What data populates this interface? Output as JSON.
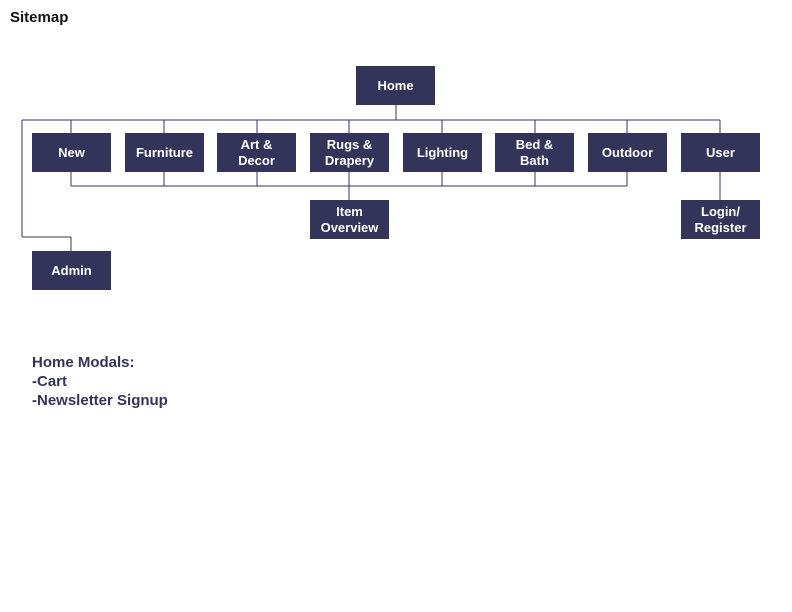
{
  "title": "Sitemap",
  "colors": {
    "node_fill": "#34345a",
    "node_text": "#ffffff",
    "line": "#34345a",
    "notes_text": "#34345a"
  },
  "nodes": {
    "home": "Home",
    "new": "New",
    "furniture": "Furniture",
    "art_decor": "Art &\nDecor",
    "rugs_drapery": "Rugs &\nDrapery",
    "lighting": "Lighting",
    "bed_bath": "Bed &\nBath",
    "outdoor": "Outdoor",
    "user": "User",
    "item_overview": "Item\nOverview",
    "login_register": "Login/\nRegister",
    "admin": "Admin"
  },
  "notes": {
    "heading": "Home Modals:",
    "items": [
      "-Cart",
      "-Newsletter Signup"
    ]
  }
}
